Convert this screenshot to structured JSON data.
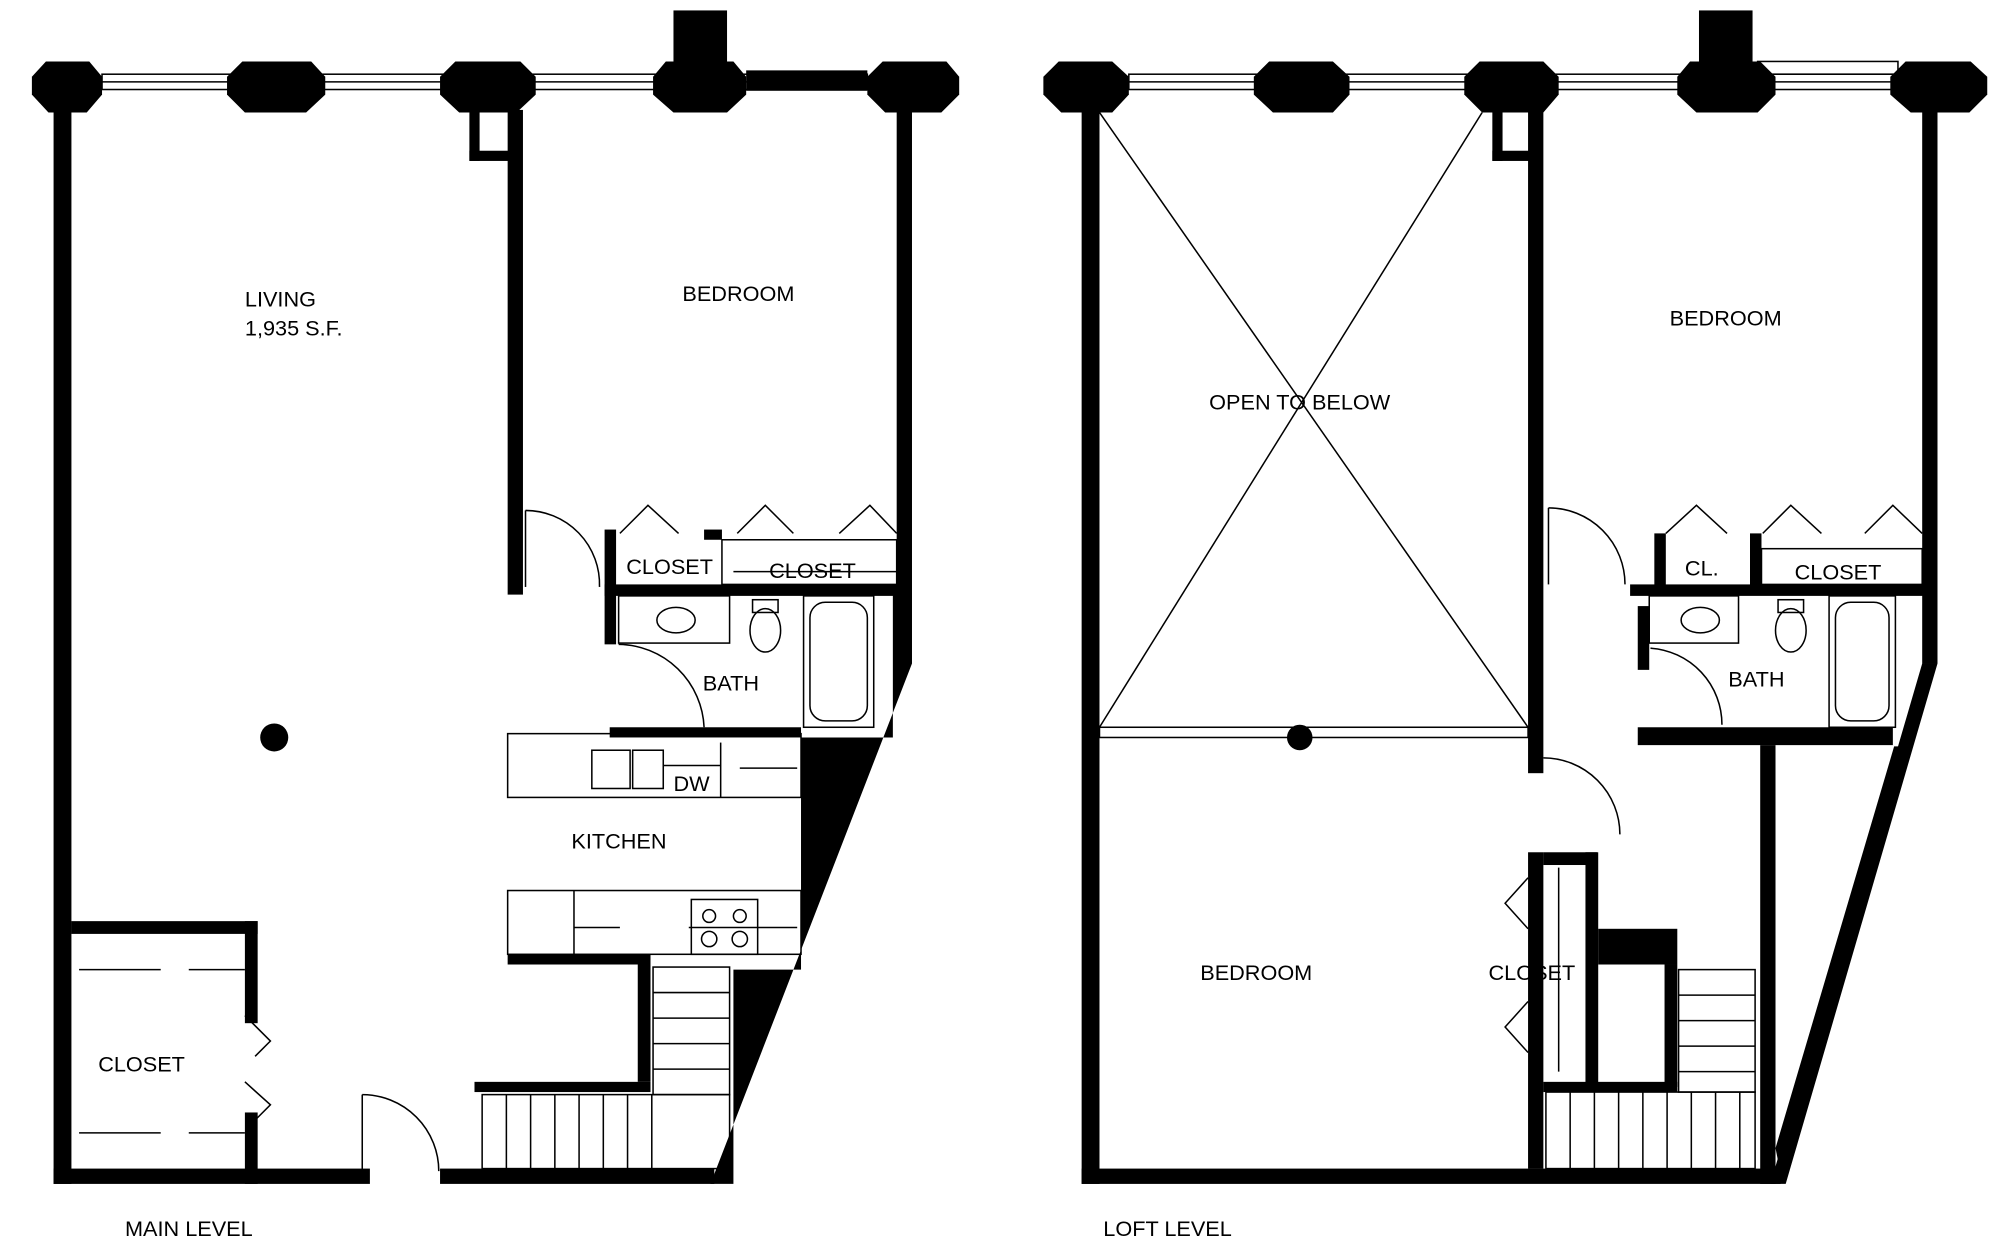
{
  "colors": {
    "ink": "#000000",
    "paper": "#ffffff"
  },
  "main_level": {
    "title": "MAIN LEVEL",
    "rooms": {
      "living": "LIVING",
      "living_area": "1,935 S.F.",
      "bedroom": "BEDROOM",
      "closet_1": "CLOSET",
      "closet_2": "CLOSET",
      "bath": "BATH",
      "dishwasher": "DW",
      "kitchen": "KITCHEN",
      "entry_closet": "CLOSET"
    }
  },
  "loft_level": {
    "title": "LOFT LEVEL",
    "rooms": {
      "open": "OPEN TO BELOW",
      "bedroom_1": "BEDROOM",
      "closet_small": "CL.",
      "closet_1": "CLOSET",
      "bath": "BATH",
      "bedroom_2": "BEDROOM",
      "closet_2": "CLOSET"
    }
  }
}
